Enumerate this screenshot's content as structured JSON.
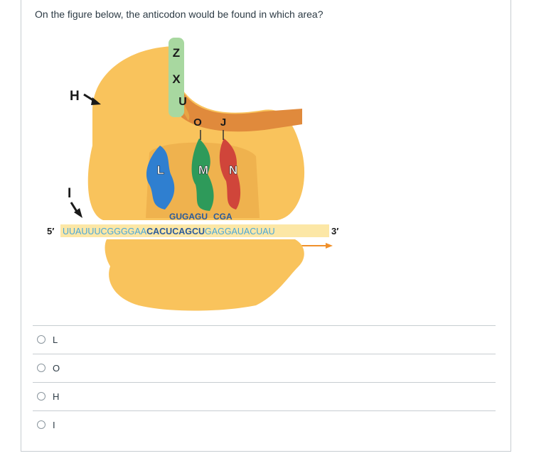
{
  "question": {
    "prompt": "On the figure below, the anticodon would be found in which area?"
  },
  "figure": {
    "labels": {
      "H": "H",
      "I": "I",
      "Z": "Z",
      "X": "X",
      "U": "U",
      "O": "O",
      "J": "J",
      "L": "L",
      "M": "M",
      "N": "N"
    },
    "anticodon_text_1": "GUGAGU",
    "anticodon_text_2": "CGA",
    "mrna_5_label": "5′",
    "mrna_3_label": "3′",
    "mrna_seg_1": "UUAUUUCGGGGAA",
    "mrna_seg_2": "CAC",
    "mrna_seg_3": "UCA",
    "mrna_seg_4": "GCU",
    "mrna_seg_5": "GAGGAUACUAU"
  },
  "answers": [
    {
      "label": "L"
    },
    {
      "label": "O"
    },
    {
      "label": "H"
    },
    {
      "label": "I"
    }
  ],
  "colors": {
    "ribosome": "#f9c35c",
    "ribosome_shade": "#e8a444",
    "tunnel": "#e08a3c",
    "mrna_band": "#fce7a6",
    "mrna_text": "#4aa7d8",
    "codon_dark": "#2a5a9a",
    "trna_left": "#2f7fd0",
    "trna_mid": "#2e9a5a",
    "trna_right": "#d0453a",
    "peptide": "#a8d8a0",
    "arrow": "#f0902a"
  }
}
